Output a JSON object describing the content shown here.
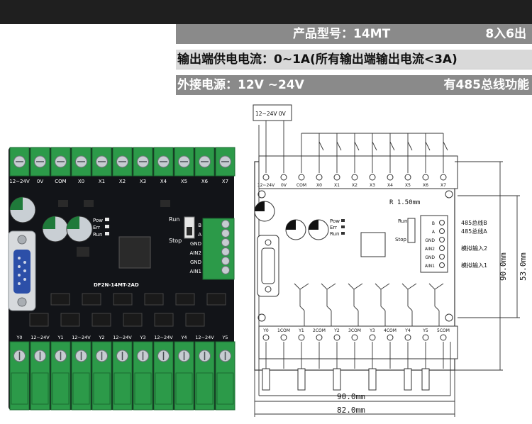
{
  "specs": {
    "model_label": "产品型号：14MT",
    "io_count": "8入6出",
    "output_current": "输出端供电电流：0~1A(所有输出端输出电流<3A)",
    "power_supply": "外接电源：12V ~24V",
    "rs485": "有485总线功能"
  },
  "board": {
    "top_labels": [
      "12~24V",
      "0V",
      "COM",
      "X0",
      "X1",
      "X2",
      "X3",
      "X4",
      "X5",
      "X6",
      "X7"
    ],
    "bottom_labels": [
      "Y0",
      "12~24V",
      "Y1",
      "12~24V",
      "Y2",
      "12~24V",
      "Y3",
      "12~24V",
      "Y4",
      "12~24V",
      "Y5"
    ],
    "right_labels": [
      "B",
      "A",
      "GND",
      "AIN2",
      "GND",
      "AIN1"
    ],
    "pow_label": "Pow",
    "err_label": "Err",
    "run_label": "Run",
    "switch_run": "Run",
    "switch_stop": "Stop",
    "model_text": "DF2N-14MT-2AD"
  },
  "diagram": {
    "supply_label": "12~24V 0V",
    "top_labels": [
      "12~24V",
      "0V",
      "COM",
      "X0",
      "X1",
      "X2",
      "X3",
      "X4",
      "X5",
      "X6",
      "X7"
    ],
    "bottom_labels": [
      "Y0",
      "1COM",
      "Y1",
      "2COM",
      "Y2",
      "3COM",
      "Y3",
      "4COM",
      "Y4",
      "Y5",
      "5COM"
    ],
    "right_labels": [
      "B",
      "A",
      "GND",
      "AIN2",
      "GND",
      "AIN1"
    ],
    "right_desc": [
      "485总线B",
      "485总线A",
      "模拟输入2",
      "模拟输入1"
    ],
    "radius_label": "R 1.50mm",
    "dim_width_outer": "90.0mm",
    "dim_width_inner": "82.0mm",
    "dim_height_outer": "90.0mm",
    "dim_height_inner": "53.0mm",
    "pow_label": "Pow",
    "err_label": "Err",
    "run_label": "Run",
    "run_side_label": "Run",
    "stop_side_label": "Stop"
  }
}
